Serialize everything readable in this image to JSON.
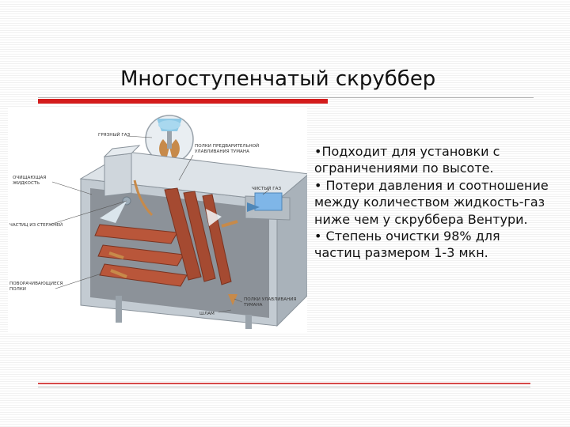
{
  "slide": {
    "title": "Многоступенчатый скруббер",
    "bullets": [
      "•Подходит для установки с ограничениями по высоте.",
      "• Потери давления и соотношение между количеством жидкость-газ ниже чем у скруббера Вентури.",
      "• Степень очистки 98% для частиц размером 1-3 мкн."
    ]
  },
  "diagram": {
    "labels": {
      "dirty_gas": "ГРЯЗНЫЙ ГАЗ",
      "pre_cleaning_plates": "ПОЛКИ ПРЕДВАРИТЕЛЬНОЙ УЛАВЛИВАНИЯ ТУМАНА",
      "cleaning_liquid": "ОЧИЩАЮЩАЯ ЖИДКОСТЬ",
      "clean_gas": "ЧИСТЫЙ ГАЗ",
      "particles_from_stream": "ЧАСТИЦ ИЗ СТЕРЖНЕЙ",
      "rotating_plates": "ПОВОРАЧИВАЮЩИЕСЯ ПОЛКИ",
      "mist_eliminator_plates": "ПОЛКИ УЛАВЛИВАНИЯ ТУМАНА",
      "sludge": "ШЛАМ"
    },
    "colors": {
      "casing": "#b7bfc7",
      "plates": "#b9563a",
      "arrows": "#c78a4a",
      "spray": "#8ec9e6",
      "outlet": "#7fb6e8"
    }
  },
  "colors": {
    "accent_red": "#d41c1c",
    "rule_gray": "#b5b5b5"
  }
}
